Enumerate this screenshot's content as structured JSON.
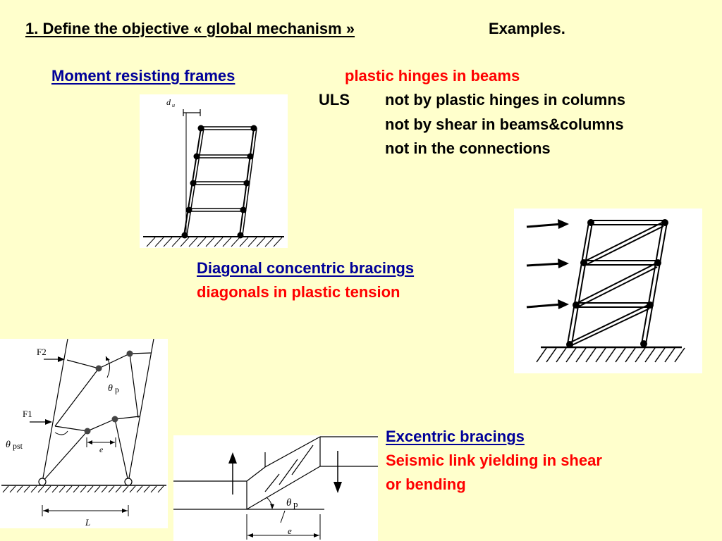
{
  "heading": {
    "title": "1. Define the objective « global mechanism » ",
    "examples": "Examples."
  },
  "moment_frames": {
    "title": "Moment resisting frames",
    "criterion_1": "plastic hinges in beams",
    "uls": "ULS",
    "criterion_2": "not by plastic hinges in columns",
    "criterion_3": "not by shear in beams&columns",
    "criterion_4": "not in the connections",
    "figure_label": "d",
    "figure_label_sub": "u"
  },
  "concentric": {
    "title": "Diagonal concentric bracings",
    "description": "diagonals  in plastic tension"
  },
  "eccentric": {
    "title": "Excentric bracings",
    "description_1": "Seismic link  yielding in shear",
    "description_2": "or bending"
  },
  "eb_frame_figure": {
    "force_2": "F2",
    "force_1": "F1",
    "theta": "θ",
    "theta_p_sub": "p",
    "theta_pst_sub": "pst",
    "link_length": "e",
    "bay_length": "L"
  },
  "link_figure": {
    "theta": "θ",
    "theta_sub": "p",
    "link_length": "e"
  }
}
